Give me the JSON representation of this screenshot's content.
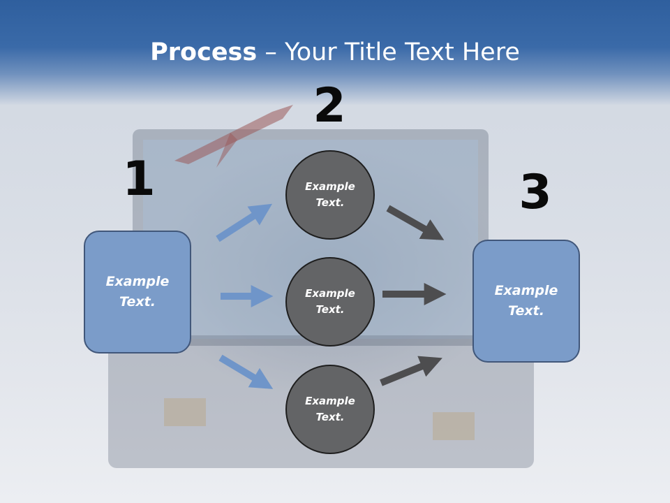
{
  "title": {
    "bold": "Process",
    "rest": " – Your Title Text Here"
  },
  "steps": {
    "one": "1",
    "two": "2",
    "three": "3"
  },
  "boxes": {
    "left": "Example\nText.",
    "right": "Example\nText."
  },
  "circles": {
    "top": "Example\nText.",
    "middle": "Example\nText.",
    "bottom": "Example\nText."
  },
  "colors": {
    "header": "#3a6aa8",
    "box_fill": "#7b9cc9",
    "box_border": "#41577a",
    "circle_fill": "#636466",
    "blue_arrow": "#6f95c9",
    "dark_arrow": "#4d4d4f"
  }
}
